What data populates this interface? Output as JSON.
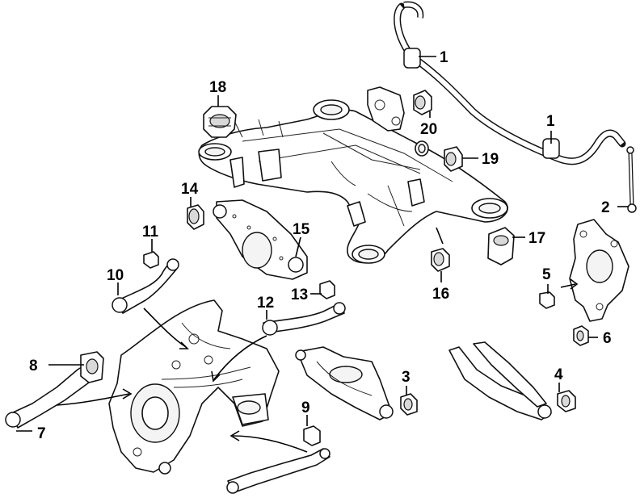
{
  "callouts": [
    {
      "id": "c1a",
      "label": "1"
    },
    {
      "id": "c1b",
      "label": "1"
    },
    {
      "id": "c2",
      "label": "2"
    },
    {
      "id": "c3",
      "label": "3"
    },
    {
      "id": "c4",
      "label": "4"
    },
    {
      "id": "c5",
      "label": "5"
    },
    {
      "id": "c6",
      "label": "6"
    },
    {
      "id": "c7",
      "label": "7"
    },
    {
      "id": "c8",
      "label": "8"
    },
    {
      "id": "c9",
      "label": "9"
    },
    {
      "id": "c10",
      "label": "10"
    },
    {
      "id": "c11",
      "label": "11"
    },
    {
      "id": "c12",
      "label": "12"
    },
    {
      "id": "c13",
      "label": "13"
    },
    {
      "id": "c14",
      "label": "14"
    },
    {
      "id": "c15",
      "label": "15"
    },
    {
      "id": "c16",
      "label": "16"
    },
    {
      "id": "c17",
      "label": "17"
    },
    {
      "id": "c18",
      "label": "18"
    },
    {
      "id": "c19",
      "label": "19"
    },
    {
      "id": "c20",
      "label": "20"
    }
  ]
}
